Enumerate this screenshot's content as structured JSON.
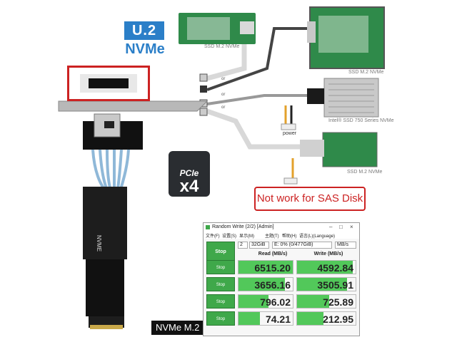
{
  "badge": {
    "top": "U.2",
    "bottom": "NVMe"
  },
  "labels": {
    "ssd_m2_top": "SSD M.2 NVMe",
    "ssd_m2_right": "SSD M.2 NVMe",
    "intel": "Intel® SSD 750 Series NVMe",
    "ssd_m2_bottom": "SSD M.2 NVMe",
    "power": "power",
    "or": "or"
  },
  "pcie": {
    "line1": "PCIe",
    "line2": "x4"
  },
  "warning": "Not work for SAS Disk",
  "nvme_m2_label": "NVMe M.2",
  "benchmark": {
    "title": "Random Write (2/2) [Admin]",
    "menu": [
      "文件(F)",
      "设置(S)",
      "显示(M)",
      "主题(T)",
      "帮助(H)",
      "语言(L)(Language)"
    ],
    "stop_main": "Stop",
    "count": "2",
    "size": "32GiB",
    "drive": "E: 0% (0/477GiB)",
    "unit": "MB/s",
    "read_header": "Read (MB/s)",
    "write_header": "Write (MB/s)",
    "rows": [
      {
        "button": "Stop",
        "read": "6515.20",
        "write": "4592.84",
        "read_fill": 1.0,
        "write_fill": 0.95
      },
      {
        "button": "Stop",
        "read": "3656.16",
        "write": "3505.91",
        "read_fill": 0.85,
        "write_fill": 0.85
      },
      {
        "button": "Stop",
        "read": "796.02",
        "write": "725.89",
        "read_fill": 0.55,
        "write_fill": 0.55
      },
      {
        "button": "Stop",
        "read": "74.21",
        "write": "212.95",
        "read_fill": 0.4,
        "write_fill": 0.45
      }
    ]
  },
  "colors": {
    "accent_blue": "#2b7fc8",
    "warning_red": "#cc2222",
    "bench_green": "#52c85a",
    "pcb_green": "#2f8a4a"
  }
}
